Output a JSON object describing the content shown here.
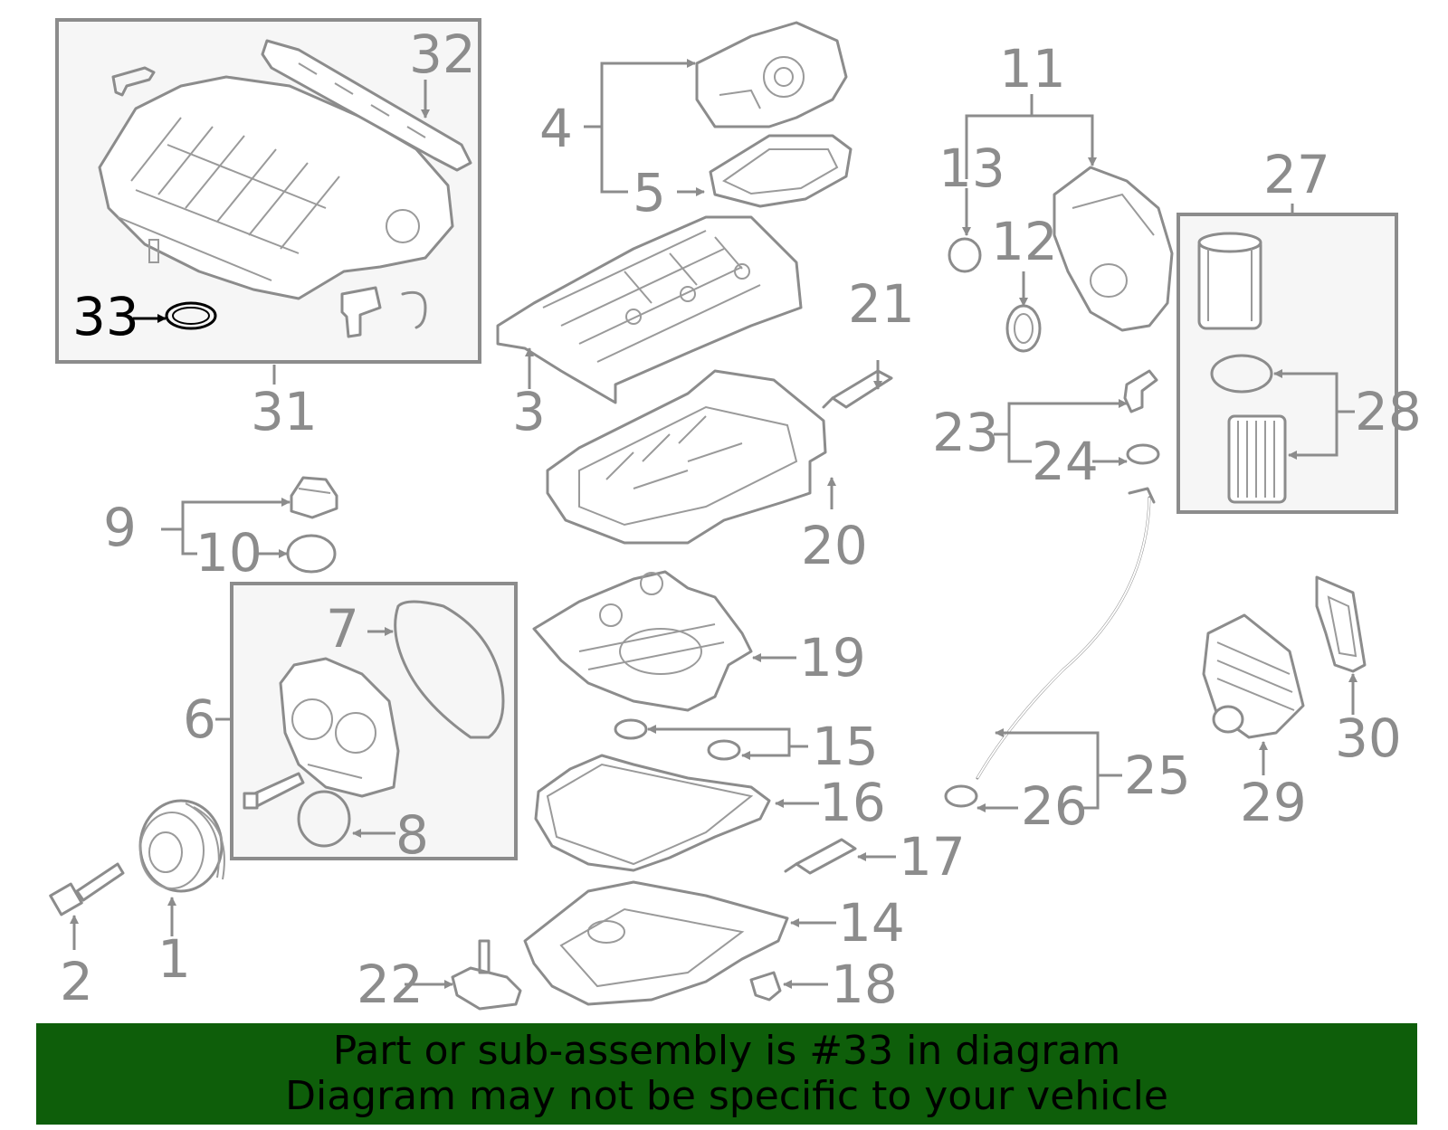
{
  "highlight_part": "33",
  "labels": {
    "l1": "1",
    "l2": "2",
    "l3": "3",
    "l4": "4",
    "l5": "5",
    "l6": "6",
    "l7": "7",
    "l8": "8",
    "l9": "9",
    "l10": "10",
    "l11": "11",
    "l12": "12",
    "l13": "13",
    "l14": "14",
    "l15": "15",
    "l16": "16",
    "l17": "17",
    "l18": "18",
    "l19": "19",
    "l20": "20",
    "l21": "21",
    "l22": "22",
    "l23": "23",
    "l24": "24",
    "l25": "25",
    "l26": "26",
    "l27": "27",
    "l28": "28",
    "l29": "29",
    "l30": "30",
    "l31": "31",
    "l32": "32",
    "l33": "33"
  },
  "banner": {
    "line1": "Part or sub-assembly is #33 in diagram",
    "line2": "Diagram may not be specific to your vehicle",
    "background": "#0e5e0a"
  },
  "colors": {
    "line": "#8c8c8c",
    "highlight": "#000000"
  }
}
